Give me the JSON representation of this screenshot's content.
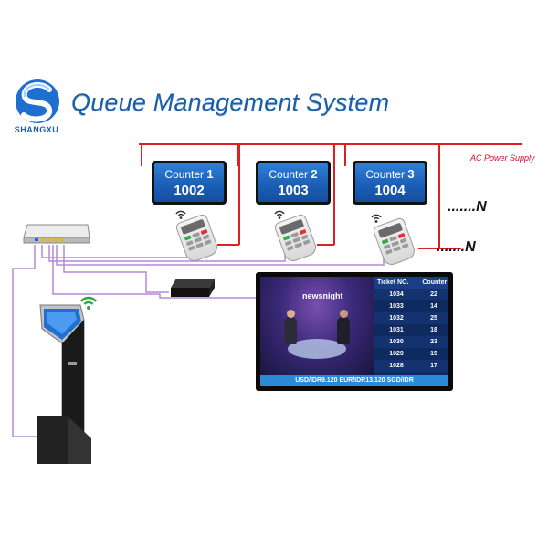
{
  "brand": {
    "name": "SHANGXU",
    "logo_colors": [
      "#1f6fd1",
      "#5aa6f0"
    ]
  },
  "title": "Queue Management System",
  "power": {
    "label": "AC Power Supply",
    "line_color": "#e02020"
  },
  "counters": [
    {
      "label": "Counter",
      "index": "1",
      "number": "1002"
    },
    {
      "label": "Counter",
      "index": "2",
      "number": "1003"
    },
    {
      "label": "Counter",
      "index": "3",
      "number": "1004"
    }
  ],
  "more_marks": [
    ".......N",
    ".......N"
  ],
  "display": {
    "headers": {
      "ticket": "Ticket NO.",
      "counter": "Counter"
    },
    "rows": [
      {
        "ticket": "1034",
        "counter": "22"
      },
      {
        "ticket": "1033",
        "counter": "14"
      },
      {
        "ticket": "1032",
        "counter": "25"
      },
      {
        "ticket": "1031",
        "counter": "18"
      },
      {
        "ticket": "1030",
        "counter": "23"
      },
      {
        "ticket": "1029",
        "counter": "15"
      },
      {
        "ticket": "1028",
        "counter": "17"
      }
    ],
    "tv_logo": "newsnight",
    "ticker": "USD/IDR9.120 EUR/IDR13.120 SGD/IDR"
  },
  "data_line_color": "#b48ad8"
}
